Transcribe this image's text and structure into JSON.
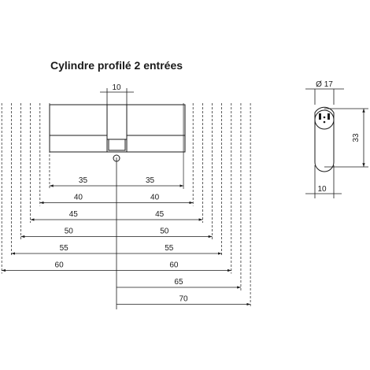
{
  "title": "Cylindre profilé 2 entrées",
  "labels": {
    "cam_width": "10",
    "end_diameter": "Ø 17",
    "end_height": "33",
    "end_width": "10"
  },
  "dimensions": {
    "left": [
      {
        "value": 35,
        "label": "35"
      },
      {
        "value": 40,
        "label": "40"
      },
      {
        "value": 45,
        "label": "45"
      },
      {
        "value": 50,
        "label": "50"
      },
      {
        "value": 55,
        "label": "55"
      },
      {
        "value": 60,
        "label": "60"
      }
    ],
    "right": [
      {
        "value": 35,
        "label": "35"
      },
      {
        "value": 40,
        "label": "40"
      },
      {
        "value": 45,
        "label": "45"
      },
      {
        "value": 50,
        "label": "50"
      },
      {
        "value": 55,
        "label": "55"
      },
      {
        "value": 60,
        "label": "60"
      },
      {
        "value": 65,
        "label": "65"
      },
      {
        "value": 70,
        "label": "70"
      }
    ]
  }
}
